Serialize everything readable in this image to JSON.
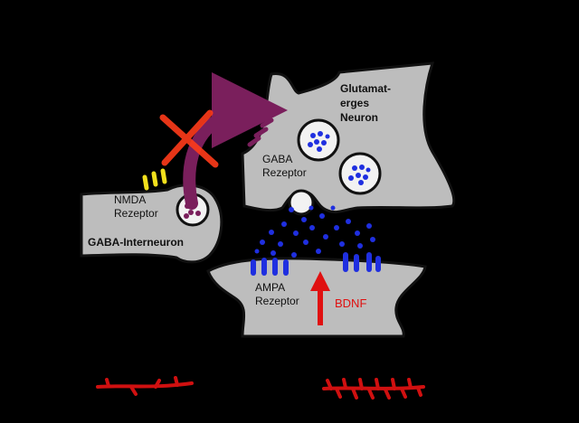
{
  "labels": {
    "glutamatergic_line1": "Glutamat-",
    "glutamatergic_line2": "erges",
    "glutamatergic_line3": "Neuron",
    "gaba_receptor_line1": "GABA",
    "gaba_receptor_line2": "Rezeptor",
    "nmda_line1": "NMDA",
    "nmda_line2": "Rezeptor",
    "gaba_interneuron": "GABA-Interneuron",
    "ampa_line1": "AMPA",
    "ampa_line2": "Rezeptor",
    "bdnf": "BDNF"
  },
  "colors": {
    "background": "#000000",
    "cell_fill": "#bdbdbd",
    "cell_stroke": "#111111",
    "gaba_purple": "#7a1f5c",
    "glutamate_blue": "#1f2fe0",
    "nmda_yellow": "#f2e01c",
    "inhibition_red": "#ff3b1a",
    "bdnf_red": "#e01010"
  }
}
